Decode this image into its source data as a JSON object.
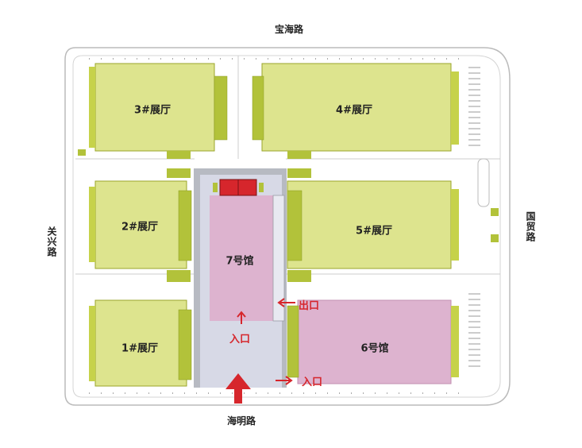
{
  "roads": {
    "north": "宝海路",
    "south": "海明路",
    "west": "关兴路",
    "east": "国贸路"
  },
  "halls": {
    "hall1": "1#展厅",
    "hall2": "2#展厅",
    "hall3": "3#展厅",
    "hall4": "4#展厅",
    "hall5": "5#展厅",
    "hall6": "6号馆",
    "hall7": "7号馆"
  },
  "markers": {
    "exit": "出口",
    "entrance_center": "入口",
    "entrance_south": "入口"
  },
  "colors": {
    "hall_fill": "#dde48e",
    "hall_stroke": "#9aa52a",
    "pink_hall": "#ddb3cf",
    "corridor": "#b7bac2",
    "atrium": "#d7d9e6",
    "red": "#d6262c",
    "hatch": "#b2c23a"
  }
}
